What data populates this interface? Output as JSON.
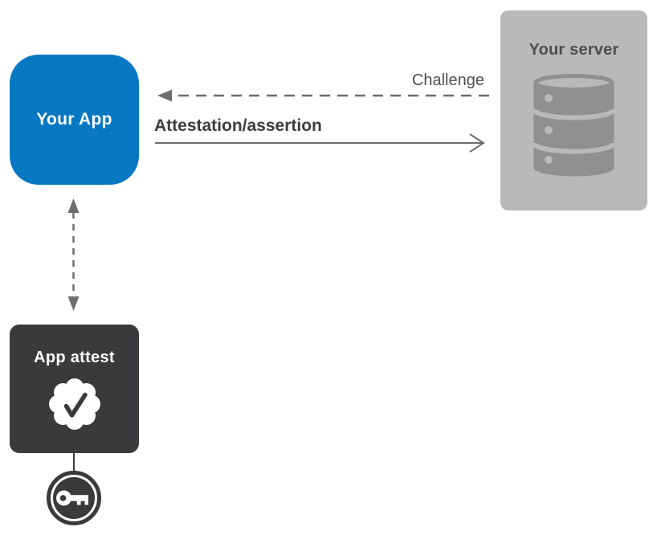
{
  "nodes": {
    "your_app": {
      "label": "Your App"
    },
    "your_server": {
      "label": "Your server",
      "icon": "database-icon"
    },
    "app_attest": {
      "label": "App attest",
      "icon": "checkmark-seal-icon"
    },
    "attest_key": {
      "icon": "key-icon"
    }
  },
  "arrows": {
    "challenge": {
      "label": "Challenge",
      "style": "dashed",
      "from": "your_server",
      "to": "your_app"
    },
    "attestation": {
      "label": "Attestation/assertion",
      "style": "solid",
      "from": "your_app",
      "to": "your_server"
    },
    "app_attest_link": {
      "style": "dashed",
      "from": "your_app",
      "to": "app_attest",
      "bidirectional": true
    }
  },
  "colors": {
    "app_blue": "#0878C2",
    "server_gray": "#B9B9B9",
    "attest_dark": "#3A3A3C",
    "arrow_gray": "#6D6D6D",
    "database_gray": "#909090",
    "label_dark": "#3D3D3D",
    "label_gray": "#4F4F4F",
    "background": "#FFFFFF"
  }
}
